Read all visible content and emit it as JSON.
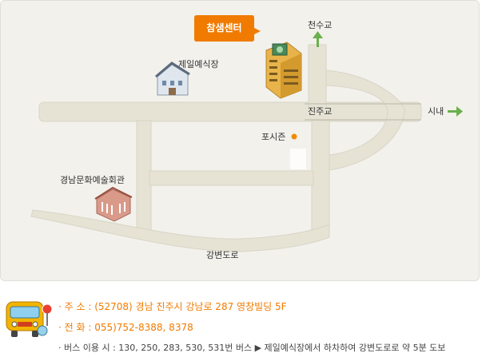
{
  "map": {
    "callout_label": "참샘센터",
    "labels": {
      "north_bridge": "천수교",
      "wedding_hall": "제일예식장",
      "jinju_bridge": "진주교",
      "downtown": "시내",
      "posijeun": "포시즌",
      "art_center": "경남문화예술회관",
      "riverside_road": "강변도로"
    }
  },
  "info": {
    "address": "· 주 소 : (52708) 경남 진주시 강남로 287 영창빌딩 5F",
    "phone": "· 전 화 : 055)752-8388, 8378",
    "bus": "· 버스 이용 시 : 130, 250, 283, 530, 531번 버스 ▶ 제일예식장에서 하차하여 강변도로로 약 5분 도보"
  },
  "colors": {
    "road": "#e6e3d5",
    "road_edge": "#d8d5c6",
    "callout": "#f07b00",
    "arrow": "#6ab04c",
    "info_text": "#f07b00",
    "poi_dot": "#f08a00"
  }
}
